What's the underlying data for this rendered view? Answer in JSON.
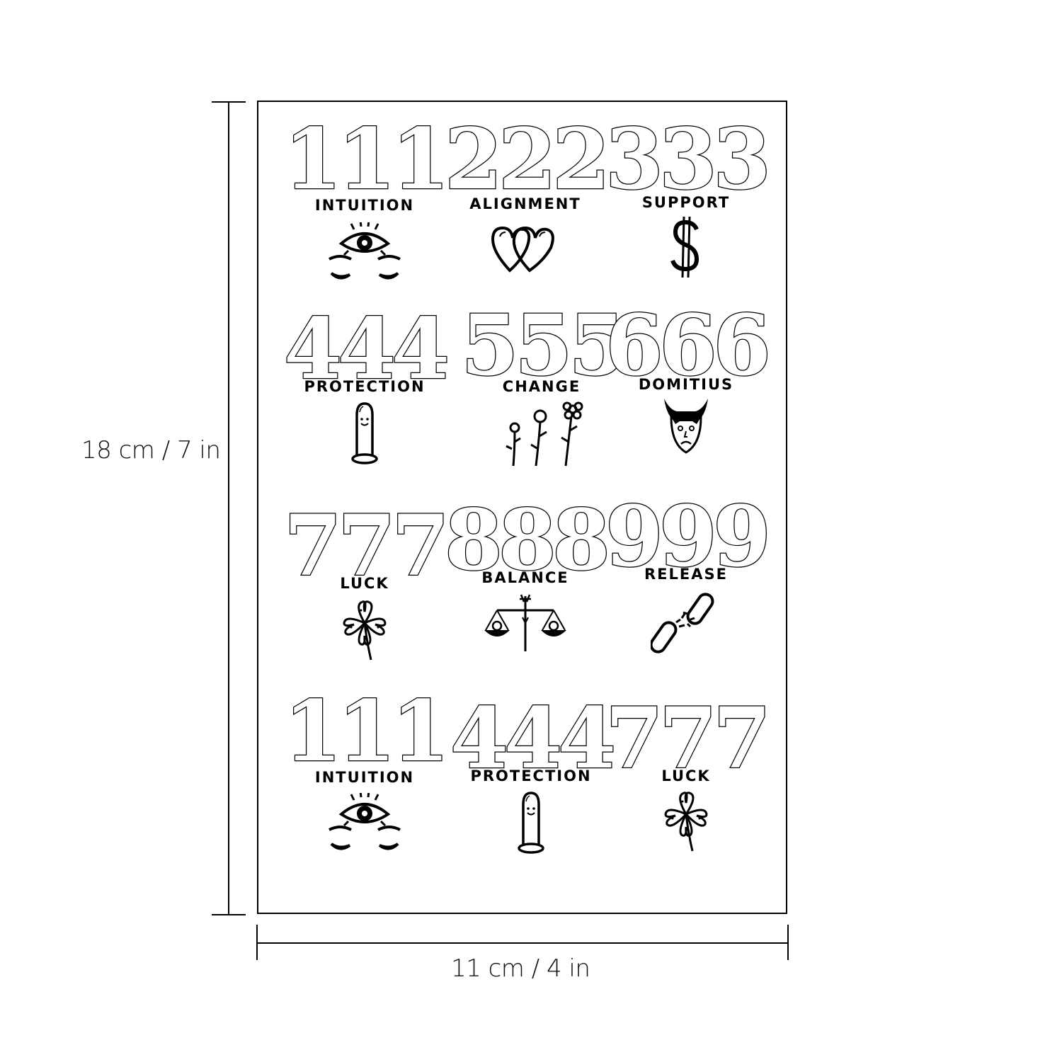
{
  "dimensions": {
    "height_label": "18 cm / 7 in",
    "width_label": "11 cm / 4 in"
  },
  "sheet": {
    "tattoos": [
      {
        "number": "111",
        "word": "INTUITION",
        "icon": "third-eye-icon"
      },
      {
        "number": "222",
        "word": "ALIGNMENT",
        "icon": "two-hearts-icon"
      },
      {
        "number": "333",
        "word": "SUPPORT",
        "icon": "dollar-sign-icon"
      },
      {
        "number": "444",
        "word": "PROTECTION",
        "icon": "condom-icon"
      },
      {
        "number": "555",
        "word": "CHANGE",
        "icon": "flowers-icon"
      },
      {
        "number": "666",
        "word": "DOMITIUS",
        "icon": "devil-face-icon"
      },
      {
        "number": "777",
        "word": "LUCK",
        "icon": "four-leaf-clover-icon"
      },
      {
        "number": "888",
        "word": "BALANCE",
        "icon": "scales-icon"
      },
      {
        "number": "999",
        "word": "RELEASE",
        "icon": "broken-chain-icon"
      },
      {
        "number": "111",
        "word": "INTUITION",
        "icon": "third-eye-icon"
      },
      {
        "number": "444",
        "word": "PROTECTION",
        "icon": "condom-icon"
      },
      {
        "number": "777",
        "word": "LUCK",
        "icon": "four-leaf-clover-icon"
      }
    ]
  }
}
